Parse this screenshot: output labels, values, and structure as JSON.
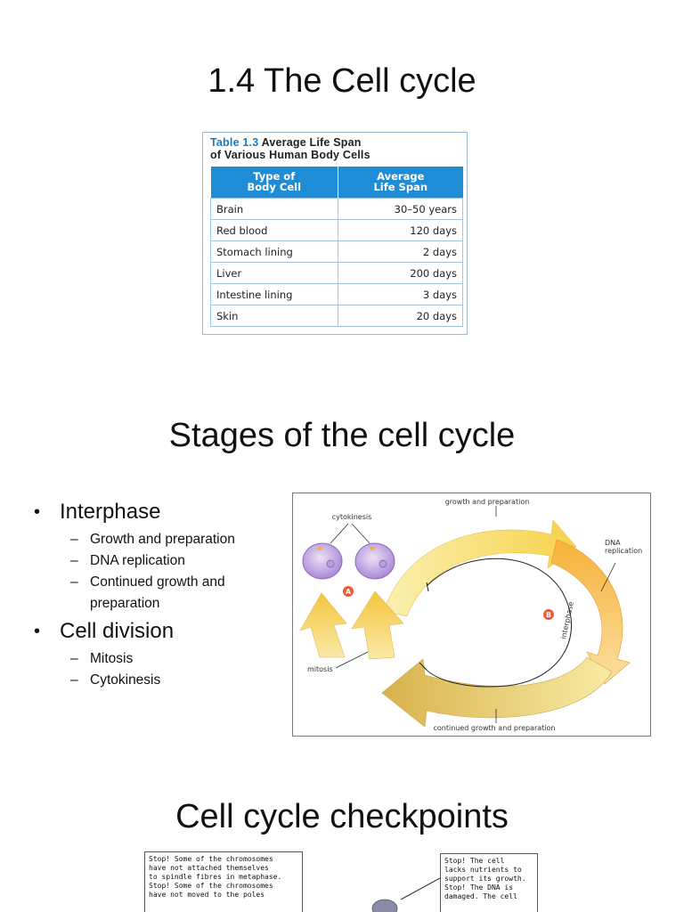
{
  "titles": {
    "section1": "1.4 The Cell cycle",
    "section2": "Stages of the cell cycle",
    "section3": "Cell cycle checkpoints"
  },
  "table": {
    "caption_number": "Table 1.3",
    "caption_text_1": "Average Life Span",
    "caption_text_2": "of Various Human Body Cells",
    "header_col1_line1": "Type of",
    "header_col1_line2": "Body Cell",
    "header_col2_line1": "Average",
    "header_col2_line2": "Life Span",
    "rows": [
      {
        "cell": "Brain",
        "span": "30–50 years"
      },
      {
        "cell": "Red blood",
        "span": "120 days"
      },
      {
        "cell": "Stomach lining",
        "span": "2 days"
      },
      {
        "cell": "Liver",
        "span": "200 days"
      },
      {
        "cell": "Intestine lining",
        "span": "3 days"
      },
      {
        "cell": "Skin",
        "span": "20 days"
      }
    ]
  },
  "bullets": {
    "interphase": "Interphase",
    "interphase_items": [
      "Growth and preparation",
      "DNA replication",
      "Continued growth and",
      "preparation"
    ],
    "division": "Cell division",
    "division_items": [
      "Mitosis",
      "Cytokinesis"
    ]
  },
  "diagram": {
    "label_growth": "growth and preparation",
    "label_cytokinesis": "cytokinesis",
    "label_dna_1": "DNA",
    "label_dna_2": "replication",
    "label_interphase": "interphase",
    "label_mitosis": "mitosis",
    "label_continued": "continued growth and preparation",
    "marker_a": "A",
    "marker_b": "B"
  },
  "checkpoints": {
    "left_note": "Stop! Some of the chromosomes\nhave not attached themselves\nto spindle fibres in metaphase.\nStop! Some of the chromosomes\nhave not moved to the poles",
    "right_note": "Stop! The cell\nlacks nutrients to\nsupport its growth.\nStop! The DNA is\ndamaged. The cell"
  },
  "colors": {
    "table_header": "#1f8dd6",
    "arrow_yellow": "#f6dc6a",
    "arrow_orange": "#f4a23c",
    "cell_purple": "#c9b3e6",
    "marker_red": "#ec5a3a"
  }
}
